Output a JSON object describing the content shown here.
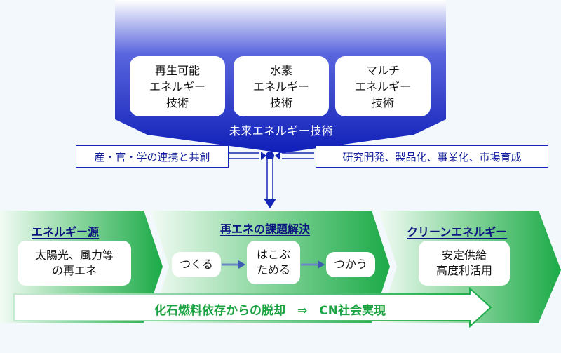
{
  "top_panel": {
    "boxes": [
      {
        "lines": [
          "再生可能",
          "エネルギー",
          "技術"
        ]
      },
      {
        "lines": [
          "水素",
          "エネルギー",
          "技術"
        ]
      },
      {
        "lines": [
          "マルチ",
          "エネルギー",
          "技術"
        ]
      }
    ],
    "label": "未来エネルギー技術"
  },
  "side_boxes": {
    "left": "産・官・学の連携と共創",
    "right": "研究開発、製品化、事業化、市場育成"
  },
  "stages": {
    "source": {
      "heading": "エネルギー源",
      "box_lines": [
        "太陽光、風力等",
        "の再エネ"
      ]
    },
    "challenge": {
      "heading": "再エネの課題解決",
      "steps": [
        {
          "lines": [
            "つくる"
          ]
        },
        {
          "lines": [
            "はこぶ",
            "ためる"
          ]
        },
        {
          "lines": [
            "つかう"
          ]
        }
      ]
    },
    "clean": {
      "heading": "クリーンエネルギー",
      "box_lines": [
        "安定供給",
        "高度利活用"
      ]
    }
  },
  "banner": "化石燃料依存からの脱却　⇒　CN社会実現",
  "colors": {
    "navy": "#1426b8",
    "green": "#1cae4a",
    "banner_text": "#1aa340"
  }
}
